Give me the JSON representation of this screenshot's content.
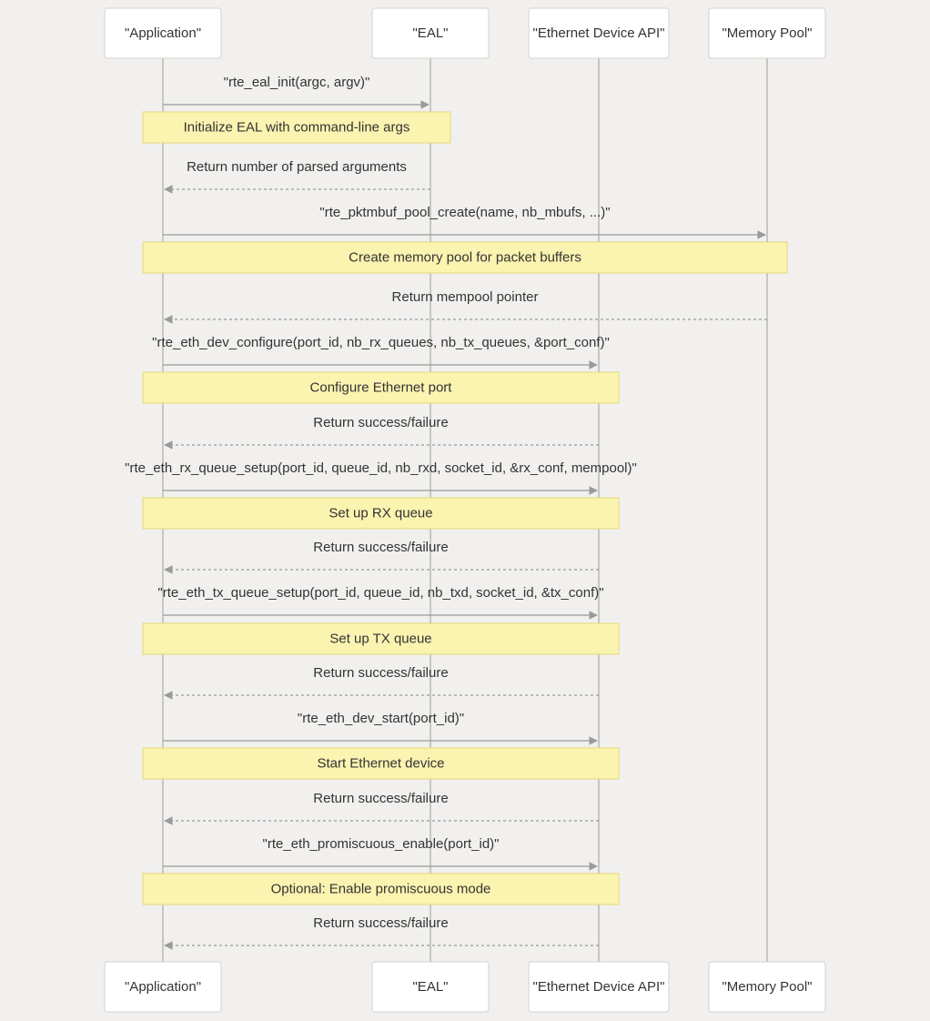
{
  "participants": [
    {
      "id": "app",
      "label": "\"Application\""
    },
    {
      "id": "eal",
      "label": "\"EAL\""
    },
    {
      "id": "eth",
      "label": "\"Ethernet Device API\""
    },
    {
      "id": "mem",
      "label": "\"Memory Pool\""
    }
  ],
  "steps": [
    {
      "kind": "message",
      "from": "app",
      "to": "eal",
      "label": "\"rte_eal_init(argc, argv)\"",
      "style": "solid"
    },
    {
      "kind": "note",
      "from": "app",
      "to": "eal",
      "label": "Initialize EAL with command-line args"
    },
    {
      "kind": "message",
      "from": "eal",
      "to": "app",
      "label": "Return number of parsed arguments",
      "style": "dashed"
    },
    {
      "kind": "message",
      "from": "app",
      "to": "mem",
      "label": "\"rte_pktmbuf_pool_create(name, nb_mbufs, ...)\"",
      "style": "solid"
    },
    {
      "kind": "note",
      "from": "app",
      "to": "mem",
      "label": "Create memory pool for packet buffers"
    },
    {
      "kind": "message",
      "from": "mem",
      "to": "app",
      "label": "Return mempool pointer",
      "style": "dashed"
    },
    {
      "kind": "message",
      "from": "app",
      "to": "eth",
      "label": "\"rte_eth_dev_configure(port_id, nb_rx_queues, nb_tx_queues, &port_conf)\"",
      "style": "solid"
    },
    {
      "kind": "note",
      "from": "app",
      "to": "eth",
      "label": "Configure Ethernet port"
    },
    {
      "kind": "message",
      "from": "eth",
      "to": "app",
      "label": "Return success/failure",
      "style": "dashed"
    },
    {
      "kind": "message",
      "from": "app",
      "to": "eth",
      "label": "\"rte_eth_rx_queue_setup(port_id, queue_id, nb_rxd, socket_id, &rx_conf, mempool)\"",
      "style": "solid"
    },
    {
      "kind": "note",
      "from": "app",
      "to": "eth",
      "label": "Set up RX queue"
    },
    {
      "kind": "message",
      "from": "eth",
      "to": "app",
      "label": "Return success/failure",
      "style": "dashed"
    },
    {
      "kind": "message",
      "from": "app",
      "to": "eth",
      "label": "\"rte_eth_tx_queue_setup(port_id, queue_id, nb_txd, socket_id, &tx_conf)\"",
      "style": "solid"
    },
    {
      "kind": "note",
      "from": "app",
      "to": "eth",
      "label": "Set up TX queue"
    },
    {
      "kind": "message",
      "from": "eth",
      "to": "app",
      "label": "Return success/failure",
      "style": "dashed"
    },
    {
      "kind": "message",
      "from": "app",
      "to": "eth",
      "label": "\"rte_eth_dev_start(port_id)\"",
      "style": "solid"
    },
    {
      "kind": "note",
      "from": "app",
      "to": "eth",
      "label": "Start Ethernet device"
    },
    {
      "kind": "message",
      "from": "eth",
      "to": "app",
      "label": "Return success/failure",
      "style": "dashed"
    },
    {
      "kind": "message",
      "from": "app",
      "to": "eth",
      "label": "\"rte_eth_promiscuous_enable(port_id)\"",
      "style": "solid"
    },
    {
      "kind": "note",
      "from": "app",
      "to": "eth",
      "label": "Optional: Enable promiscuous mode"
    },
    {
      "kind": "message",
      "from": "eth",
      "to": "app",
      "label": "Return success/failure",
      "style": "dashed"
    }
  ],
  "colors": {
    "background": "#f1f0ee",
    "note_fill": "#fbf3b0",
    "note_border": "#e5d77a",
    "line": "#9a9a9a",
    "lifeline": "#c8c6c3"
  }
}
